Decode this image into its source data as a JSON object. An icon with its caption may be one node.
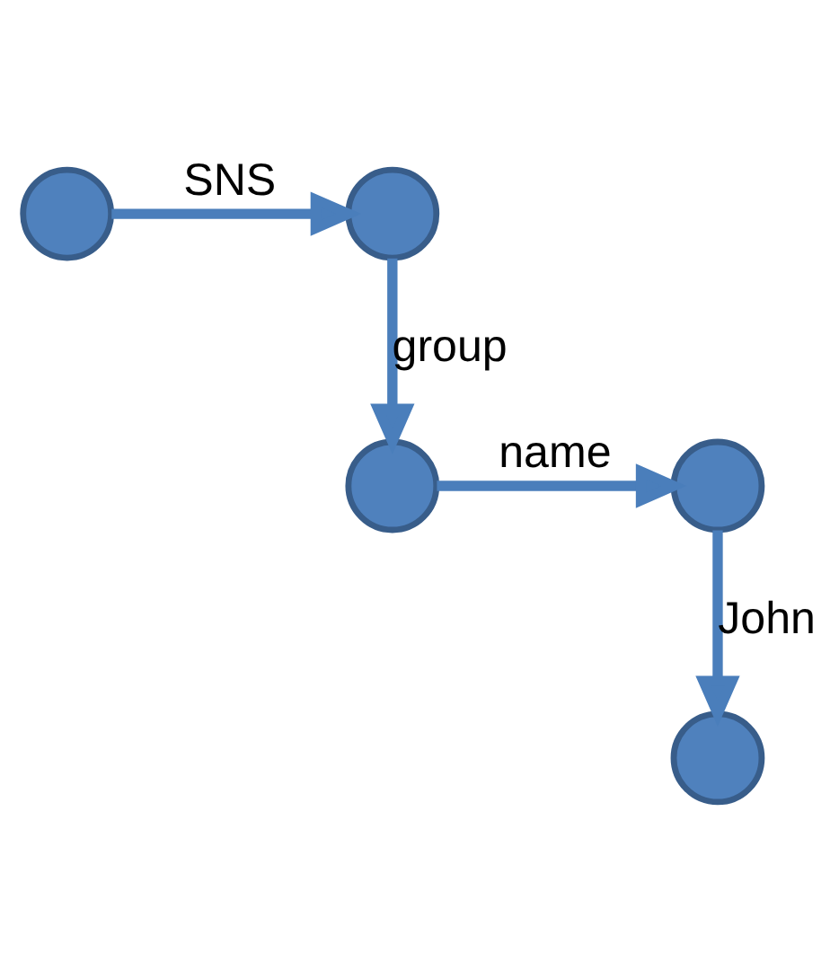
{
  "diagram": {
    "nodes": [
      {
        "text": [],
        "shape": "circle"
      },
      {
        "text": [],
        "shape": "circle"
      },
      {
        "text": [],
        "shape": "circle"
      },
      {
        "text": [],
        "shape": "circle"
      },
      {
        "text": [],
        "shape": "circle"
      }
    ],
    "edges": [
      {
        "from": 0,
        "to": 1,
        "arrow": "to",
        "label": "SNS"
      },
      {
        "from": 1,
        "to": 2,
        "arrow": "to",
        "label": "group"
      },
      {
        "from": 2,
        "to": 3,
        "arrow": "to",
        "label": "name"
      },
      {
        "from": 3,
        "to": 4,
        "arrow": "to",
        "label": "John"
      }
    ]
  }
}
